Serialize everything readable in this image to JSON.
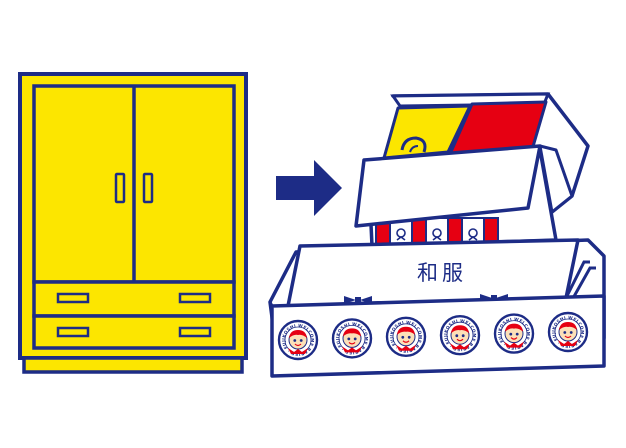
{
  "colors": {
    "navy": "#1d2c86",
    "yellow": "#fce600",
    "red": "#e60012",
    "white": "#ffffff"
  },
  "box_label": "和服",
  "logo_badge": {
    "ring_text": "WELCOME BABIES · FUJIKOSHI ·",
    "count": 6
  },
  "icons": [
    "chest-of-drawers-icon",
    "arrow-right-icon",
    "open-box-icon"
  ]
}
